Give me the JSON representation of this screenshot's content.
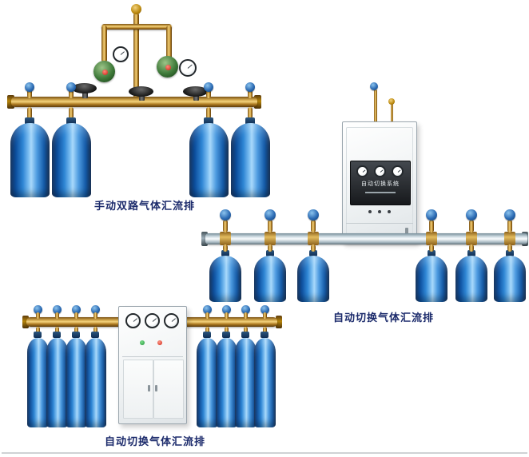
{
  "page": {
    "background": "#ffffff"
  },
  "products": [
    {
      "id": "manual-dual-manifold",
      "caption": "手动双路气体汇流排",
      "cylinder_count": 4
    },
    {
      "id": "auto-switch-manifold-a",
      "caption": "自动切换气体汇流排",
      "cylinder_count": 6,
      "cabinet_label": "自动切换系统"
    },
    {
      "id": "auto-switch-manifold-b",
      "caption": "自动切换气体汇流排",
      "cylinder_count": 8
    }
  ],
  "colors": {
    "caption_text": "#1b2a6b",
    "cylinder_blue": "#1668b8",
    "brass": "#c89a3c",
    "steel_pipe": "#cfdae0"
  }
}
